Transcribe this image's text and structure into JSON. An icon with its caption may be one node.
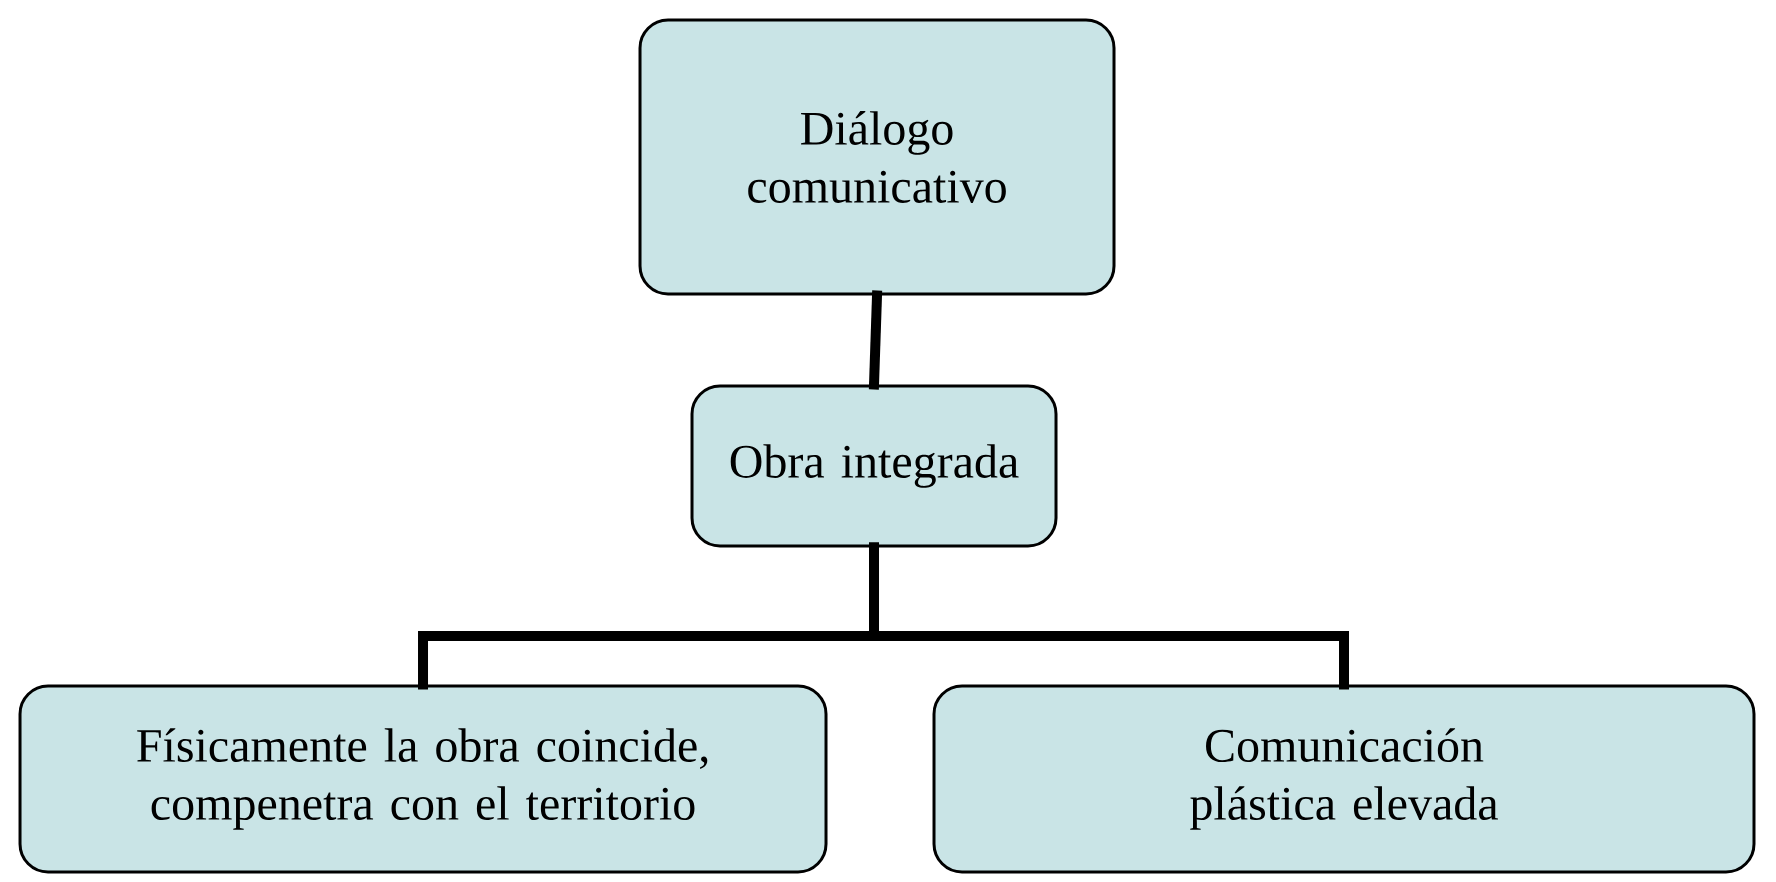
{
  "diagram": {
    "nodes": [
      {
        "text": [
          "Diálogo comunicativo"
        ]
      },
      {
        "text": [
          "Obra integrada"
        ]
      },
      {
        "text": [
          "Físicamente la obra coincide, compenetra con el territorio"
        ]
      },
      {
        "text": [
          "Comunicación plástica elevada"
        ]
      }
    ],
    "edges": [
      {
        "from": 0,
        "to": 1,
        "arrow": "none"
      },
      {
        "from": 1,
        "to": 2,
        "arrow": "none"
      },
      {
        "from": 1,
        "to": 3,
        "arrow": "none"
      }
    ]
  }
}
